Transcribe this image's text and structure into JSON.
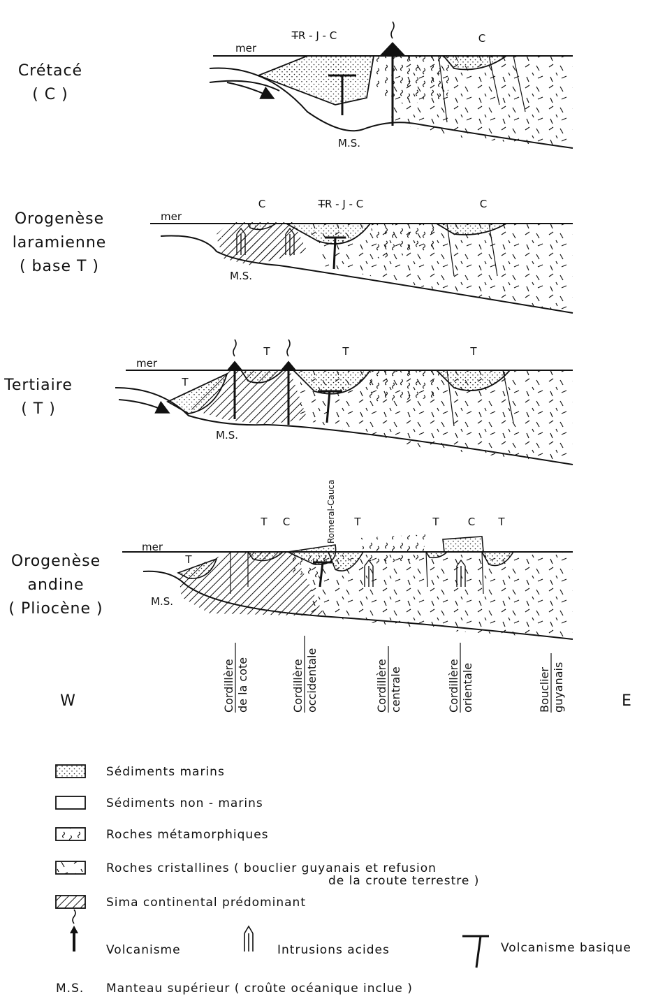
{
  "sections": [
    {
      "id": "cretace",
      "era": [
        "Crétacé",
        "( C )"
      ],
      "labels": {
        "sea": "mer",
        "sediment_a": "T̶R - J - C",
        "sediment_b": "C",
        "mantle": "M.S."
      }
    },
    {
      "id": "laramienne",
      "era": [
        "Orogenèse",
        "laramienne",
        "( base T )"
      ],
      "labels": {
        "sea": "mer",
        "sediment_a": "C",
        "sediment_b": "T̶R - J - C",
        "sediment_c": "C",
        "mantle": "M.S."
      }
    },
    {
      "id": "tertiaire",
      "era": [
        "Tertiaire",
        "( T )"
      ],
      "labels": {
        "sea": "mer",
        "sediment_a": "T",
        "sediment_b": "T",
        "sediment_c": "T",
        "sediment_d": "T",
        "mantle": "M.S."
      }
    },
    {
      "id": "andine",
      "era": [
        "Orogenèse",
        "andine",
        "( Pliocène )"
      ],
      "labels": {
        "sea": "mer",
        "sediment_a": "T",
        "sediment_b": "T",
        "sediment_c": "C",
        "sediment_d": "T",
        "sediment_e": "T",
        "sediment_f": "C",
        "sediment_g": "T",
        "mantle": "M.S.",
        "rotated": "Romeral-Cauca"
      }
    }
  ],
  "ranges": [
    [
      "Cordillère",
      "de la cote"
    ],
    [
      "Cordillère",
      "occidentale"
    ],
    [
      "Cordillère",
      "centrale"
    ],
    [
      "Cordillère",
      "orientale"
    ],
    [
      "Bouclier",
      "guyanais"
    ]
  ],
  "directions": {
    "west": "W",
    "east": "E"
  },
  "legend": {
    "marine": "Sédiments   marins",
    "nonmarine": "Sédiments   non - marins",
    "metamorphic": "Roches   métamorphiques",
    "crystalline_1": "Roches   cristallines  ( bouclier   guyanais   et   refusion",
    "crystalline_2": "de  la  croute  terrestre )",
    "sima": "Sima     continental    prédominant",
    "volcanism": "Volcanisme",
    "acid": "Intrusions  acides",
    "basic": "Volcanisme  basique",
    "ms_abbr": "M.S.",
    "ms_desc": "Manteau    supérieur  ( croûte   océanique  inclue )"
  }
}
